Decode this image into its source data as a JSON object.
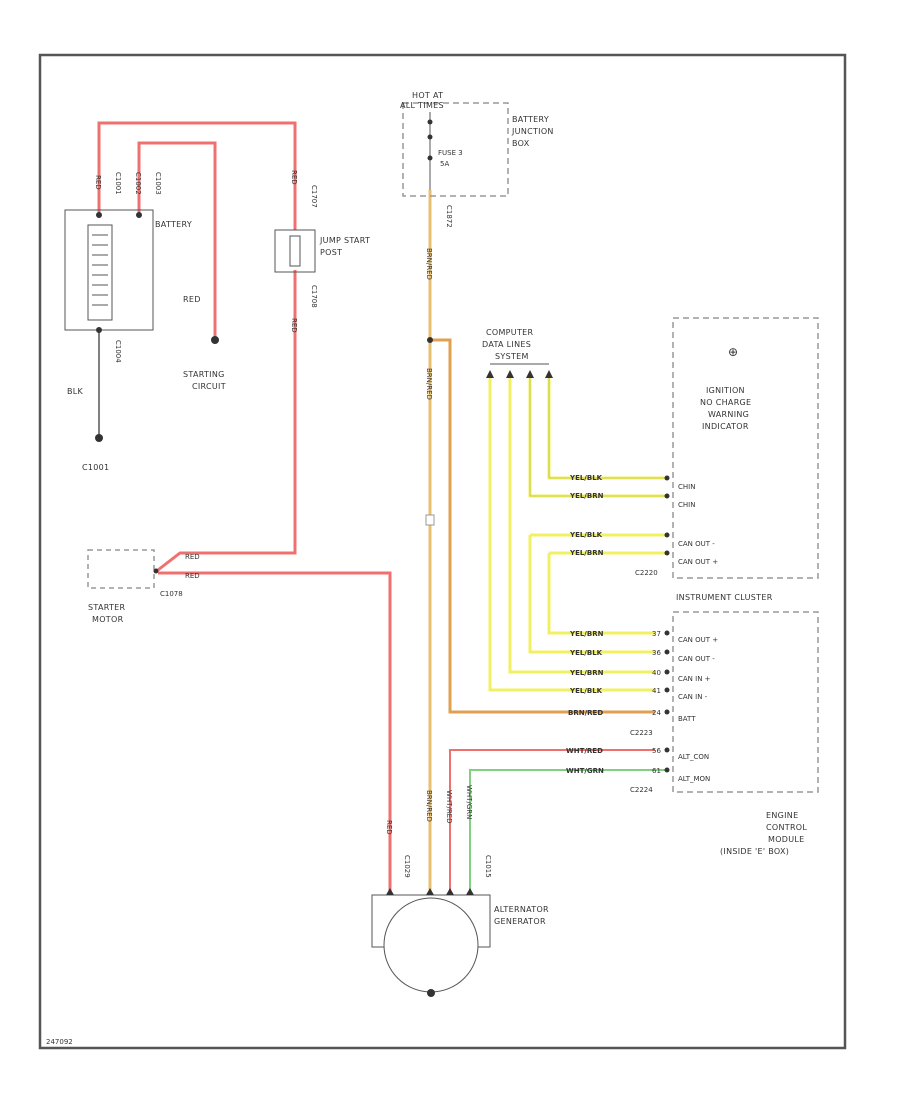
{
  "colors": {
    "red": "#f07070",
    "yellow": "#f0f060",
    "brown": "#e0a050",
    "green": "#80d080",
    "black": "#555555",
    "border": "#555555",
    "dashed": "#999999"
  },
  "components": {
    "battery": "BATTERY",
    "starting_circuit": [
      "STARTING",
      "CIRCUIT"
    ],
    "ground": "C1001",
    "jump_start_post": [
      "JUMP START",
      "POST"
    ],
    "hot_at_all_times": [
      "HOT AT",
      "ALL TIMES"
    ],
    "fuse": [
      "FUSE 3",
      "5A"
    ],
    "battery_junction_box": [
      "BATTERY",
      "JUNCTION",
      "BOX"
    ],
    "computer_data_lines": [
      "COMPUTER",
      "DATA LINES",
      "SYSTEM"
    ],
    "ignition_indicator": [
      "IGNITION",
      "NO CHARGE",
      "WARNING",
      "INDICATOR"
    ],
    "instrument_cluster": "INSTRUMENT CLUSTER",
    "starter_motor": [
      "STARTER",
      "MOTOR"
    ],
    "starter_conn": "C1078",
    "ecm": [
      "ENGINE",
      "CONTROL",
      "MODULE",
      "(INSIDE 'E' BOX)"
    ],
    "alternator": [
      "ALTERNATOR",
      "GENERATOR"
    ],
    "footer_code": "247092"
  },
  "wire_labels": {
    "red": "RED",
    "blk": "BLK",
    "brn_red": "BRN/RED",
    "wht_red": "WHT/RED",
    "wht_grn": "WHT/GRN",
    "yel_blk": "YEL/BLK",
    "yel_brn": "YEL/BRN"
  },
  "cluster_pins": [
    {
      "wire": "YEL/BLK",
      "pin": "",
      "name": "CHIN"
    },
    {
      "wire": "YEL/BRN",
      "pin": "",
      "name": "CHIN"
    },
    {
      "wire": "YEL/BLK",
      "pin": "",
      "name": "CAN OUT -"
    },
    {
      "wire": "YEL/BRN",
      "pin": "",
      "name": "CAN OUT +"
    }
  ],
  "cluster_conn": "C2220",
  "ecm_pins": [
    {
      "wire": "YEL/BRN",
      "pin": "37",
      "name": "CAN OUT +"
    },
    {
      "wire": "YEL/BLK",
      "pin": "36",
      "name": "CAN OUT -"
    },
    {
      "wire": "YEL/BRN",
      "pin": "40",
      "name": "CAN IN +"
    },
    {
      "wire": "YEL/BLK",
      "pin": "41",
      "name": "CAN IN -"
    },
    {
      "wire": "BRN/RED",
      "pin": "24",
      "name": "BATT"
    },
    {
      "wire": "WHT/RED",
      "pin": "56",
      "name": "ALT_CON"
    },
    {
      "wire": "WHT/GRN",
      "pin": "61",
      "name": "ALT_MON"
    }
  ],
  "ecm_conns": [
    "C2223",
    "C2224"
  ],
  "connector_tags": {
    "bat_a": "C1001",
    "bat_b": "C1002",
    "bat_c": "C1003",
    "bat_neg": "C1004",
    "jump_top": "C1707",
    "jump_bot": "C1708",
    "bjb": "C1872",
    "alt_a": "C1029",
    "alt_b": "C1015"
  }
}
